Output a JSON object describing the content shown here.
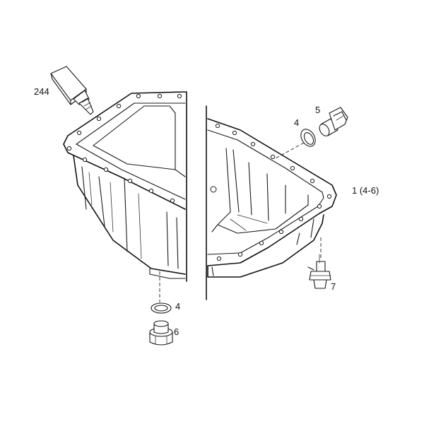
{
  "callouts": {
    "sealant": "244",
    "washer_upper": "4",
    "plug_upper": "5",
    "oil_pan": "1 (4-6)",
    "sensor": "7",
    "washer_lower": "4",
    "plug_lower": "6"
  },
  "colors": {
    "line": "#1a1a1a",
    "background": "#ffffff"
  }
}
